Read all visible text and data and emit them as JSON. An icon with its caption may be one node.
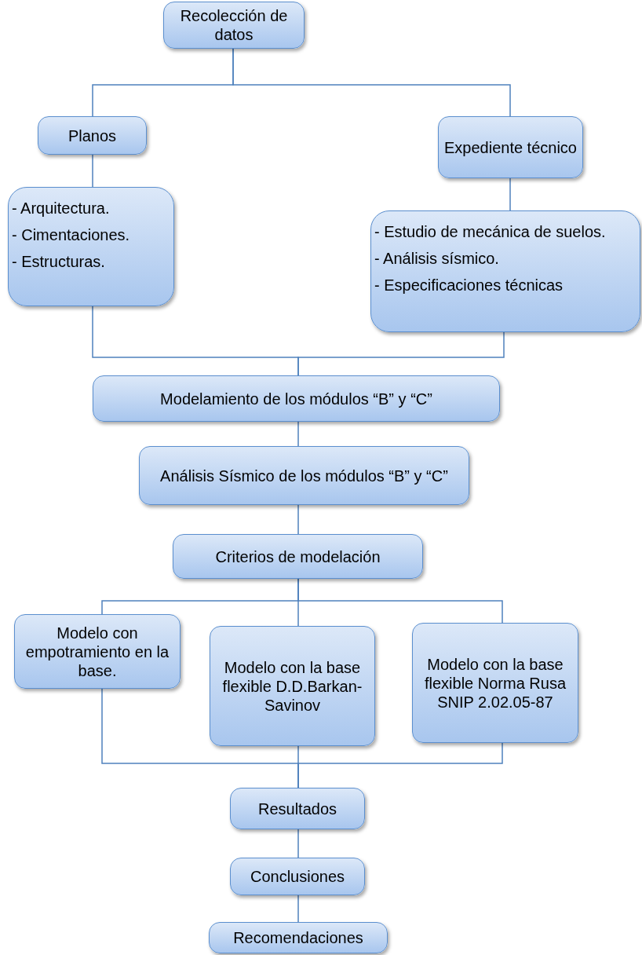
{
  "diagram": {
    "nodes": [
      {
        "text": [
          "Recolección de datos"
        ]
      },
      {
        "text": [
          "Planos"
        ]
      },
      {
        "text": [
          "Expediente técnico"
        ]
      },
      {
        "text": [
          "- Arquitectura.",
          "- Cimentaciones.",
          "- Estructuras."
        ]
      },
      {
        "text": [
          "- Estudio de mecánica de suelos.",
          "- Análisis sísmico.",
          "- Especificaciones técnicas"
        ]
      },
      {
        "text": [
          "Modelamiento de los módulos “B” y “C”"
        ]
      },
      {
        "text": [
          "Análisis Sísmico de los módulos “B” y “C”"
        ]
      },
      {
        "text": [
          "Criterios de modelación"
        ]
      },
      {
        "text": [
          "Modelo con empotramiento en la base."
        ]
      },
      {
        "text": [
          "Modelo con la base flexible D.D.Barkan-Savinov"
        ]
      },
      {
        "text": [
          "Modelo con la base flexible Norma Rusa SNIP 2.02.05-87"
        ]
      },
      {
        "text": [
          "Resultados"
        ]
      },
      {
        "text": [
          "Conclusiones"
        ]
      },
      {
        "text": [
          "Recomendaciones"
        ]
      }
    ],
    "edges": [
      {
        "from": 0,
        "to": 1,
        "arrow": "none"
      },
      {
        "from": 0,
        "to": 2,
        "arrow": "none"
      },
      {
        "from": 1,
        "to": 3,
        "arrow": "none"
      },
      {
        "from": 2,
        "to": 4,
        "arrow": "none"
      },
      {
        "from": 3,
        "to": 5,
        "arrow": "none"
      },
      {
        "from": 4,
        "to": 5,
        "arrow": "none"
      },
      {
        "from": 5,
        "to": 6,
        "arrow": "none"
      },
      {
        "from": 6,
        "to": 7,
        "arrow": "none"
      },
      {
        "from": 7,
        "to": 8,
        "arrow": "none"
      },
      {
        "from": 7,
        "to": 9,
        "arrow": "none"
      },
      {
        "from": 7,
        "to": 10,
        "arrow": "none"
      },
      {
        "from": 8,
        "to": 11,
        "arrow": "none"
      },
      {
        "from": 9,
        "to": 11,
        "arrow": "none"
      },
      {
        "from": 10,
        "to": 11,
        "arrow": "none"
      },
      {
        "from": 11,
        "to": 12,
        "arrow": "none"
      },
      {
        "from": 12,
        "to": 13,
        "arrow": "none"
      }
    ]
  }
}
